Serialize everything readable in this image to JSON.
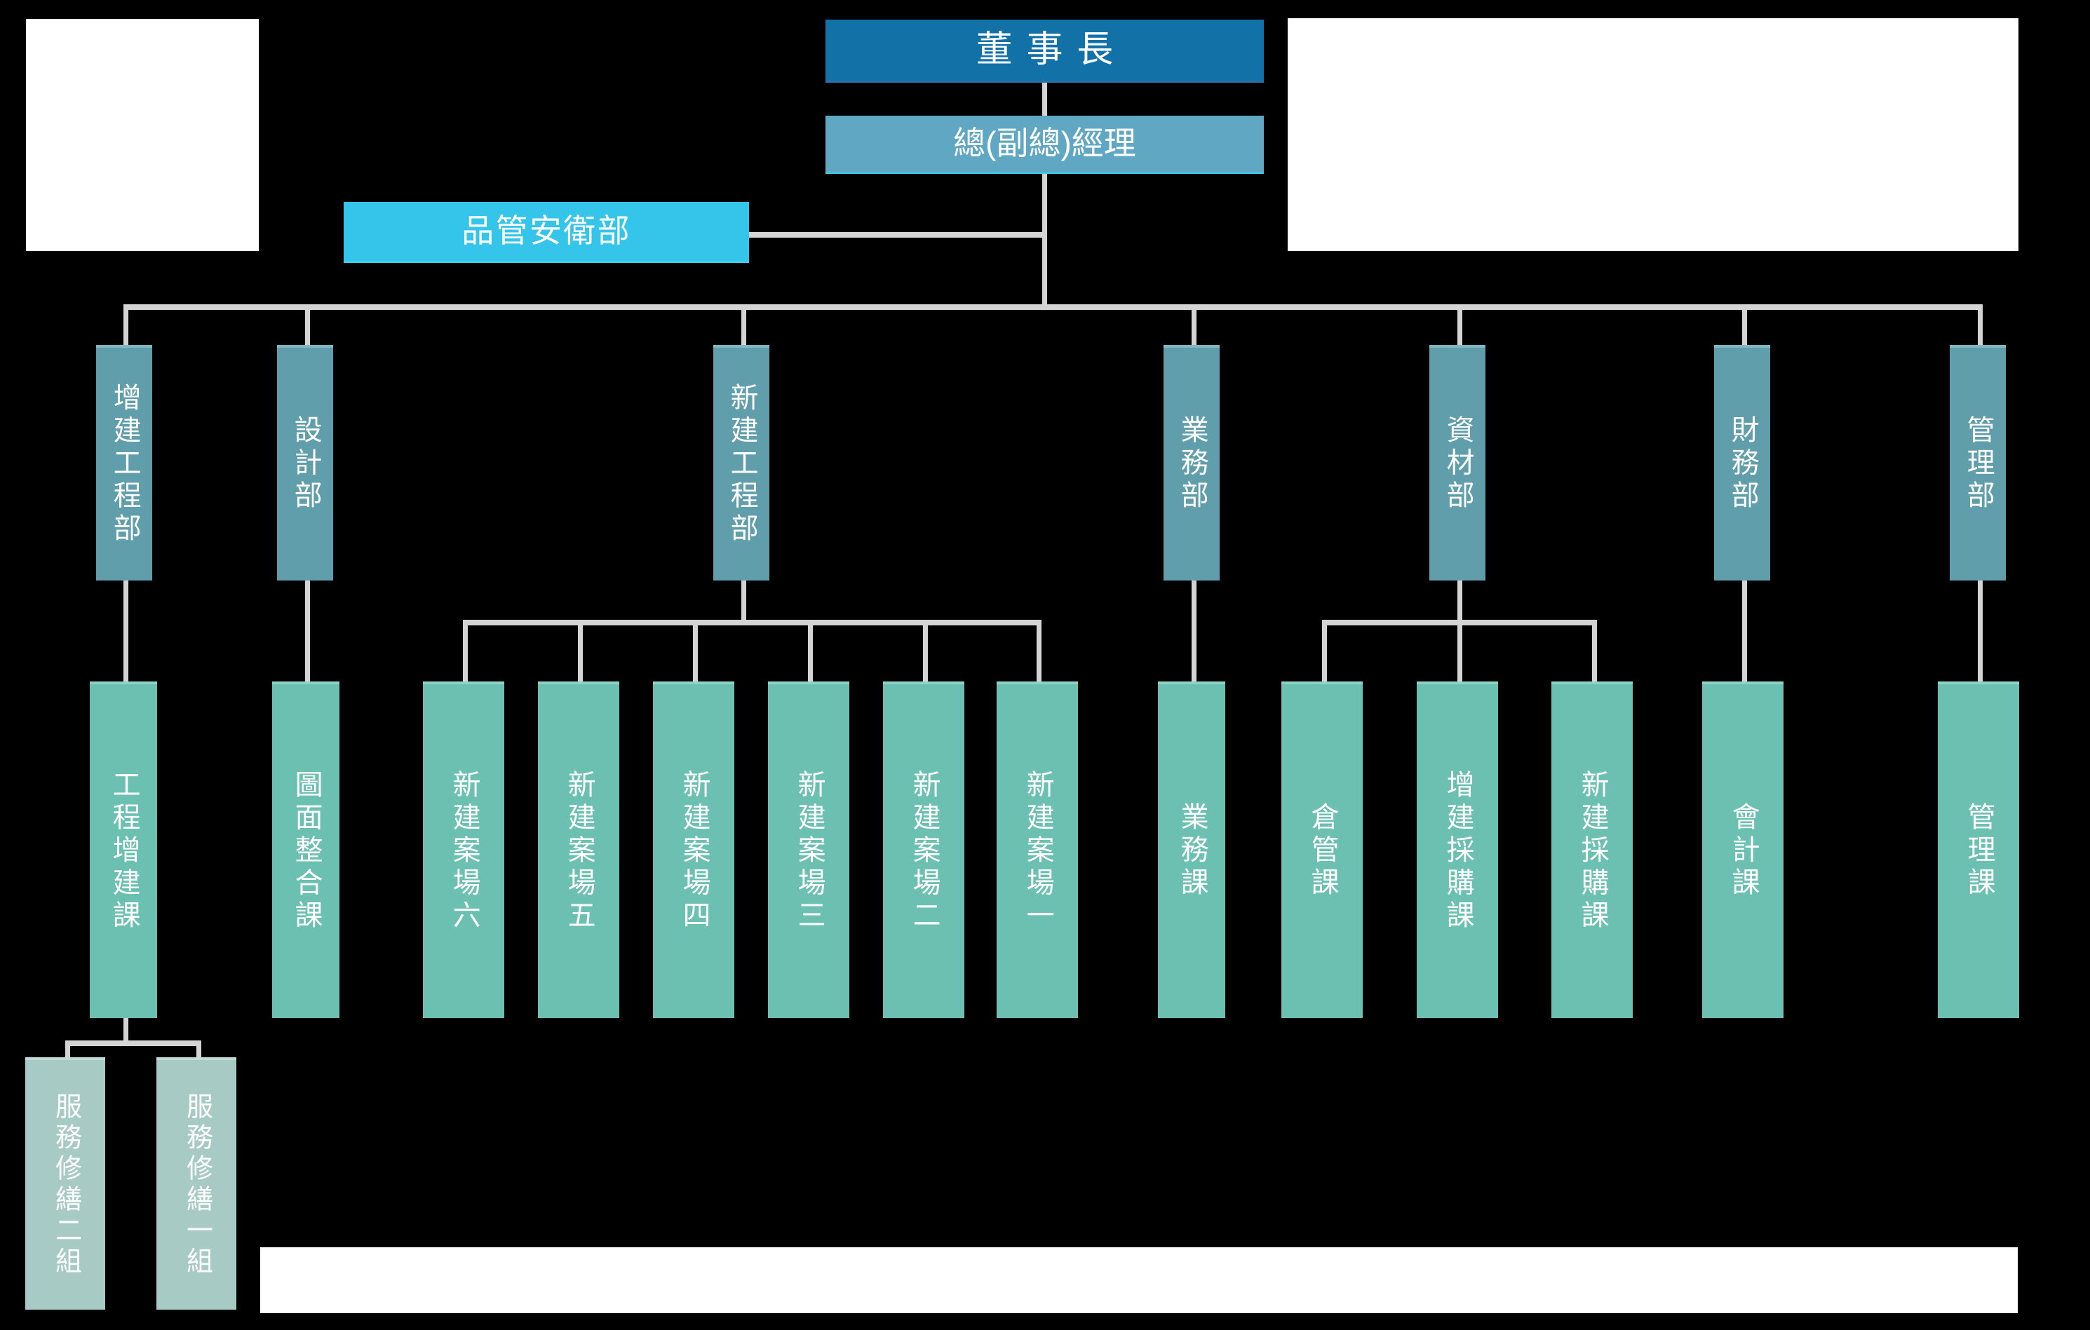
{
  "chart": {
    "title_visible": false,
    "type": "org-chart",
    "colors": {
      "background": "#000000",
      "level1_chairman": "#1272A8",
      "level2_gm": "#5FA7C3",
      "staff_qc": "#35C5EA",
      "level3_department": "#5F9EAA",
      "level4_section": "#6CC0B2",
      "level5_team": "#A7CBC4",
      "connector": "#d4d4d4",
      "text": "#FFFFFF",
      "blank_panel": "#FFFFFF"
    }
  },
  "top": {
    "chairman": "董事長",
    "general_manager": "總(副總)經理"
  },
  "staff": {
    "quality_safety": "品管安衛部"
  },
  "departments": [
    {
      "id": "ext-eng",
      "label": "增建工程部"
    },
    {
      "id": "design",
      "label": "設計部"
    },
    {
      "id": "new-eng",
      "label": "新建工程部"
    },
    {
      "id": "sales",
      "label": "業務部"
    },
    {
      "id": "material",
      "label": "資材部"
    },
    {
      "id": "finance",
      "label": "財務部"
    },
    {
      "id": "admin",
      "label": "管理部"
    }
  ],
  "sections": [
    {
      "id": "eng-ext",
      "label": "工程增建課"
    },
    {
      "id": "dwg-int",
      "label": "圖面整合課"
    },
    {
      "id": "site-6",
      "label": "新建案場六"
    },
    {
      "id": "site-5",
      "label": "新建案場五"
    },
    {
      "id": "site-4",
      "label": "新建案場四"
    },
    {
      "id": "site-3",
      "label": "新建案場三"
    },
    {
      "id": "site-2",
      "label": "新建案場二"
    },
    {
      "id": "site-1",
      "label": "新建案場一"
    },
    {
      "id": "sales-sec",
      "label": "業務課"
    },
    {
      "id": "warehouse",
      "label": "倉管課"
    },
    {
      "id": "buy-ext",
      "label": "增建採購課"
    },
    {
      "id": "buy-new",
      "label": "新建採購課"
    },
    {
      "id": "account",
      "label": "會計課"
    },
    {
      "id": "admin-sec",
      "label": "管理課"
    }
  ],
  "teams": [
    {
      "id": "repair-2",
      "label": "服務修繕二組"
    },
    {
      "id": "repair-1",
      "label": "服務修繕一組"
    }
  ],
  "panels": {
    "top_left": "",
    "top_right": "",
    "bottom": ""
  }
}
